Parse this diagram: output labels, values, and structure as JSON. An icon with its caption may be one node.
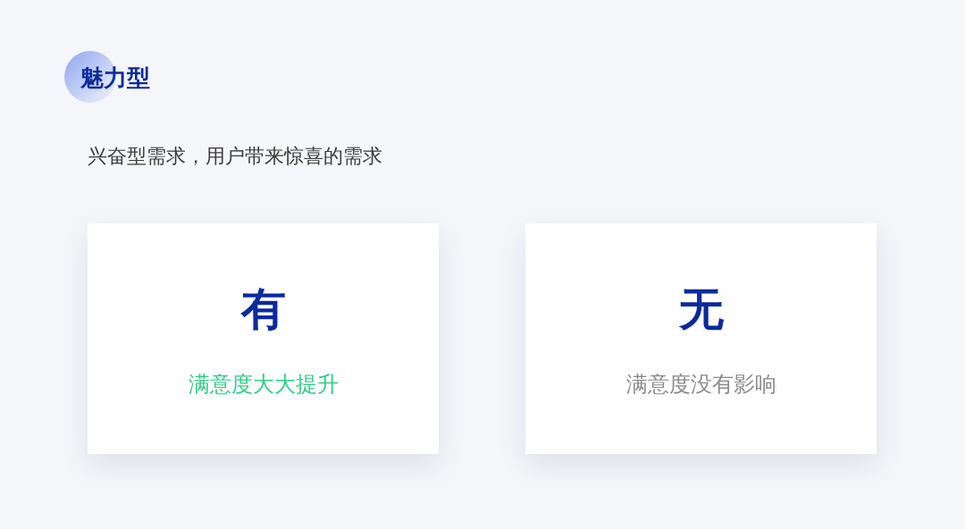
{
  "diagram": {
    "title": "魅力型",
    "nodes": [
      {
        "text": [
          "有",
          "满意度大大提升"
        ]
      },
      {
        "text": [
          "无",
          "满意度没有影响"
        ]
      }
    ],
    "labels": [
      "兴奋型需求，用户带来惊喜的需求"
    ]
  }
}
